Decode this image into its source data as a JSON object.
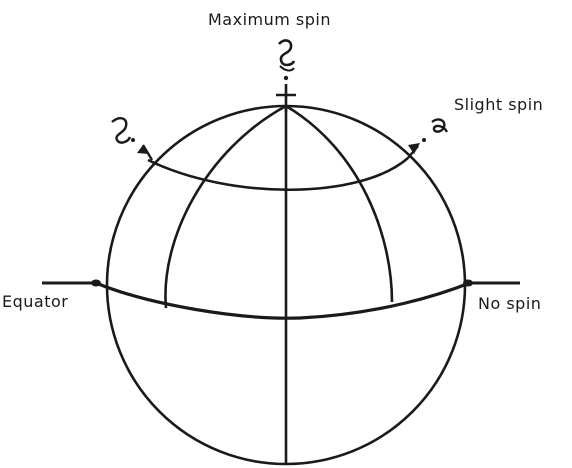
{
  "labels": {
    "top": "Maximum spin",
    "right_upper": "Slight spin",
    "left": "Equator",
    "right": "No spin"
  },
  "colors": {
    "ink": "#1a1a1a",
    "background": "#ffffff"
  }
}
